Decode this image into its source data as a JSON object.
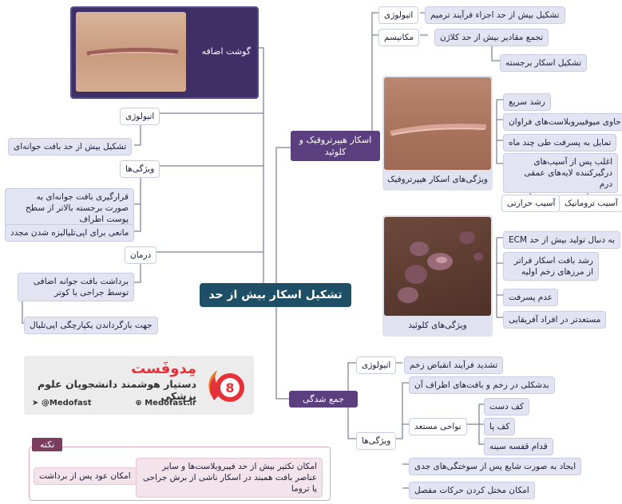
{
  "central": {
    "title": "تشکیل اسکار بیش از حد"
  },
  "proud_flesh": {
    "title": "گوشت اضافه",
    "etiology_label": "اتیولوژی",
    "etiology_text": "تشکیل بیش از حد بافت جوانه‌ای",
    "features_label": "ویژگی‌ها",
    "features": [
      "قرارگیری بافت جوانه‌ای به صورت برجسته بالاتر از سطح پوست اطراف",
      "مانعی برای اپی‌تلیالیزه شدن مجدد"
    ],
    "treatment_label": "درمان",
    "treatment_text": "برداشت بافت جوانه اضافی توسط جراحی یا کوتر",
    "treatment_goal": "جهت بازگرداندن یکپارچگی اپی‌تلیال"
  },
  "hypertrophic": {
    "title": "اسکار هیپرتروفیک و کلوئید",
    "etiology_label": "اتیولوژی",
    "etiology_text": "تشکیل بیش از حد اجزاء فرآیند ترمیم",
    "mechanism_label": "مکانیسم",
    "mechanism_step1": "تجمع مقادیر بیش از حد کلاژن",
    "mechanism_step2": "تشکیل اسکار برجسته",
    "hyper_caption": "ویژگی‌های اسکار هیپرتروفیک",
    "hyper_features": [
      "رشد سریع",
      "حاوی میوفیبروبلاست‌های فراوان",
      "تمایل به پسرفت طی چند ماه",
      "اغلب پس از آسیب‌های درگیرکننده لایه‌های عمقی درم"
    ],
    "injuries": [
      "آسیب ترومانیک",
      "آسیب حرارتی"
    ],
    "keloid_caption": "ویژگی‌های کلوئید",
    "keloid_features": [
      "به دنبال تولید بیش از حد ECM",
      "رشد بافت اسکار فراتر از مرزهای زخم اولیه",
      "عدم پسرفت",
      "مستعدتر در افراد آفریقایی"
    ]
  },
  "contraction": {
    "title": "جمع شدگی",
    "etiology_label": "اتیولوژی",
    "etiology_text": "تشدید فرآیند انقباض زخم",
    "features_label": "ویژگی‌ها",
    "feature_deform": "بدشکلی در زخم و بافت‌های اطراف آن",
    "prone_label": "نواحی مستعد",
    "prone_areas": [
      "کف دست",
      "کف پا",
      "قدام قفسه سینه"
    ],
    "feature_burns": "ایجاد به صورت شایع پس از سوختگی‌های جدی",
    "feature_joints": "امکان مختل کردن حرکات مفصل"
  },
  "note": {
    "tag": "نکته",
    "left": "امکان عود پس از برداشت",
    "right": "امکان تکثیر بیش از حد فیبروبلاست‌ها و سایر عناصر بافت همبند در اسکار ناشی از برش جراحی یا تروما"
  },
  "logo": {
    "brand": "مِدوفَست",
    "tagline": "دستیار هوشمند دانشجویان علوم پزشکی",
    "handle": "@Medofast",
    "site": "Medofast.ir"
  }
}
